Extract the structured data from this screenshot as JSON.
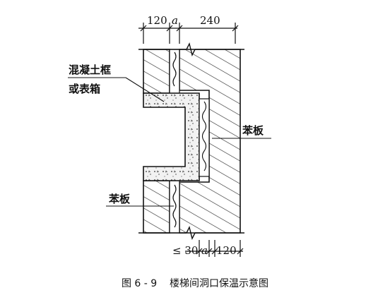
{
  "dimensions_top": {
    "inner_wall": "120",
    "gap": "a",
    "outer_wall": "240"
  },
  "dimensions_bottom": {
    "recess": "≤ 30",
    "gap": "a",
    "wall": "120"
  },
  "labels": {
    "frame_line1": "混凝土框",
    "frame_line2": "或表箱",
    "board_right": "苯板",
    "board_left": "苯板"
  },
  "caption": "图 6 - 9    楼梯间洞口保温示意图"
}
